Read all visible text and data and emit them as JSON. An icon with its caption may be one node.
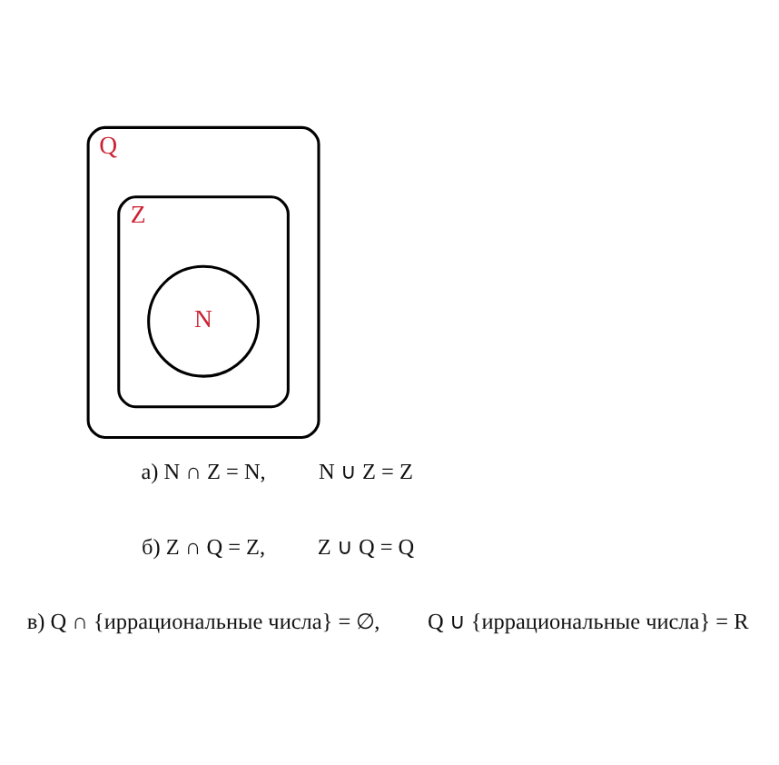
{
  "diagram": {
    "nodes": [
      {
        "text": [
          "Q"
        ]
      },
      {
        "text": [
          "Z"
        ],
        "in": 0
      },
      {
        "text": [
          "N"
        ],
        "in": 1
      }
    ],
    "edges": [],
    "labels": [
      "а) N ∩ Z = N,",
      "N ∪ Z = Z",
      "б) Z ∩ Q = Z,",
      "Z ∪ Q = Q",
      "в) Q ∩ {иррациональные числа} = ∅,",
      "Q ∪ {иррациональные числа} = R"
    ]
  }
}
